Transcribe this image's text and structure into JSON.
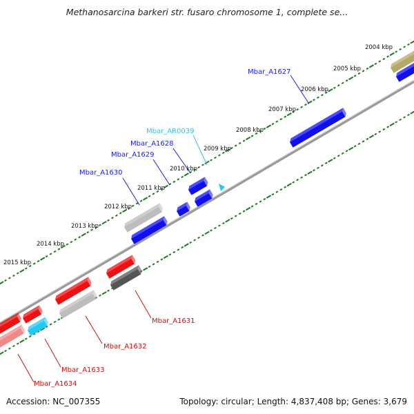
{
  "title": "Methanosarcina barkeri str. fusaro chromosome 1, complete se...",
  "footer": {
    "accession": "Accession: NC_007355",
    "topology": "Topology: circular; Length: 4,837,408 bp; Genes: 3,679"
  },
  "scale_labels": [
    {
      "kbp": 2004,
      "label": "2004 kbp"
    },
    {
      "kbp": 2005,
      "label": "2005 kbp"
    },
    {
      "kbp": 2006,
      "label": "2006 kbp"
    },
    {
      "kbp": 2007,
      "label": "2007 kbp"
    },
    {
      "kbp": 2008,
      "label": "2008 kbp"
    },
    {
      "kbp": 2009,
      "label": "2009 kbp"
    },
    {
      "kbp": 2010,
      "label": "2010 kbp"
    },
    {
      "kbp": 2011,
      "label": "2011 kbp"
    },
    {
      "kbp": 2012,
      "label": "2012 kbp"
    },
    {
      "kbp": 2013,
      "label": "2013 kbp"
    },
    {
      "kbp": 2014,
      "label": "2014 kbp"
    },
    {
      "kbp": 2015,
      "label": "2015 kbp"
    }
  ],
  "gene_labels": [
    {
      "name": "Mbar_A1627",
      "strand": "plus",
      "color": "#1a1aee"
    },
    {
      "name": "Mbar_AR0039",
      "strand": "plus",
      "color": "#33c4e0"
    },
    {
      "name": "Mbar_A1628",
      "strand": "plus",
      "color": "#1a1aee"
    },
    {
      "name": "Mbar_A1629",
      "strand": "plus",
      "color": "#1a1aee"
    },
    {
      "name": "Mbar_A1630",
      "strand": "plus",
      "color": "#1a1aee"
    },
    {
      "name": "Mbar_A1631",
      "strand": "minus",
      "color": "#cc1111"
    },
    {
      "name": "Mbar_A1632",
      "strand": "minus",
      "color": "#cc1111"
    },
    {
      "name": "Mbar_A1633",
      "strand": "minus",
      "color": "#cc1111"
    },
    {
      "name": "Mbar_A1634",
      "strand": "minus",
      "color": "#cc1111"
    }
  ],
  "colors": {
    "plus_gene": "#1010ee",
    "minus_gene": "#ee1111",
    "trna_gene": "#22c8f0",
    "pseudo_gene": "#bdbdbd",
    "dark_gene": "#555555",
    "olive_gene": "#b5a96a",
    "pink_gene": "#f08a8a",
    "backbone": "#888888",
    "tick": "#1a7a1a"
  }
}
